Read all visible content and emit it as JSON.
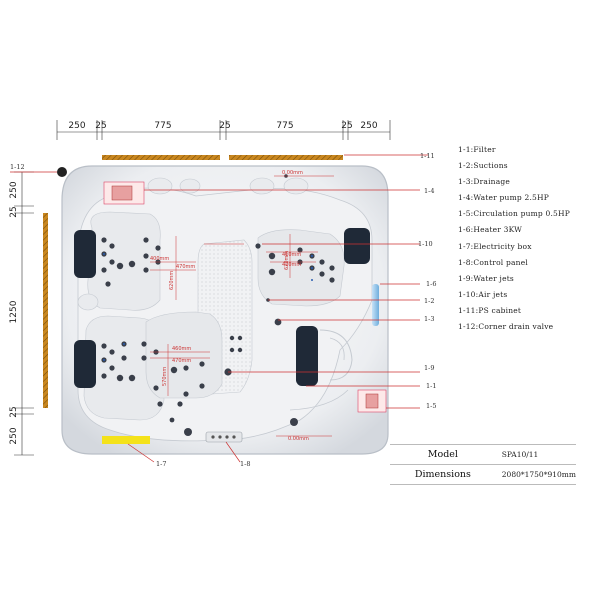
{
  "dimensions": {
    "top": [
      "250",
      "25",
      "775",
      "25",
      "775",
      "25",
      "250"
    ],
    "left": [
      "250",
      "25",
      "1250",
      "25",
      "250"
    ]
  },
  "inner_dims": [
    "0.00mm",
    "400mm",
    "470mm",
    "620mm",
    "570mm",
    "460mm",
    "470mm",
    "410mm",
    "420mm",
    "620mm",
    "0.00mm"
  ],
  "callouts": [
    {
      "id": "1-11"
    },
    {
      "id": "1-12"
    },
    {
      "id": "1-4"
    },
    {
      "id": "1-10"
    },
    {
      "id": "1-6"
    },
    {
      "id": "1-2"
    },
    {
      "id": "1-3"
    },
    {
      "id": "1-9"
    },
    {
      "id": "1-1"
    },
    {
      "id": "1-5"
    },
    {
      "id": "1-7"
    },
    {
      "id": "1-8"
    }
  ],
  "legend": [
    "1-1:Filter",
    "1-2:Suctions",
    "1-3:Drainage",
    "1-4:Water pump 2.5HP",
    "1-5:Circulation pump 0.5HP",
    "1-6:Heater 3KW",
    "1-7:Electricity box",
    "1-8:Control panel",
    "1-9:Water jets",
    "1-10:Air jets",
    "1-11:PS cabinet",
    "1-12:Corner drain valve"
  ],
  "spec": {
    "model_label": "Model",
    "model_value": "SPA10/11",
    "dimensions_label": "Dimensions",
    "dimensions_value": "2080*1750*910mm"
  },
  "colors": {
    "leader": "#cc3333",
    "cabinet_strip": "#c9871f",
    "electricity_box": "#f4e21a",
    "heater": "#8fc3ea",
    "pillow": "#1f2937",
    "jet": "#3a3f4a"
  }
}
